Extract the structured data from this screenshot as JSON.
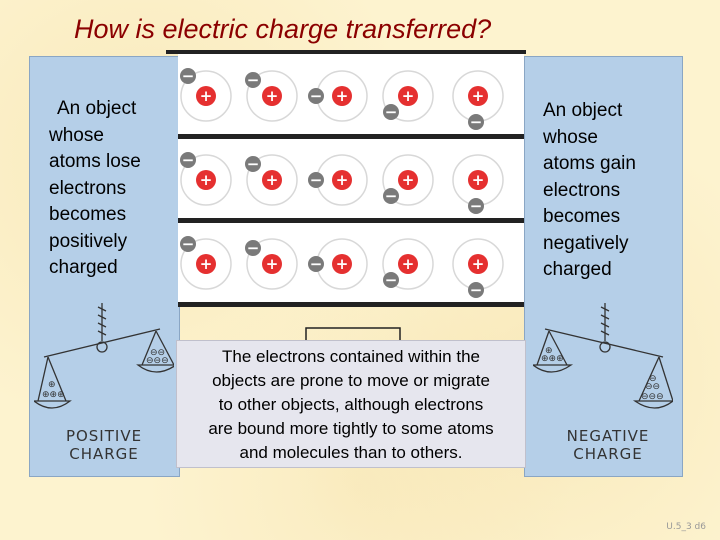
{
  "title": "How is electric charge transferred?",
  "left_panel": {
    "text_lines": [
      "An object",
      "whose",
      "atoms lose",
      "electrons",
      "becomes",
      "positively",
      "charged"
    ],
    "scale_caption_lines": [
      "POSITIVE",
      "CHARGE"
    ]
  },
  "right_panel": {
    "text_lines": [
      "An object",
      "whose",
      "atoms gain",
      "electrons",
      "becomes",
      "negatively",
      "charged"
    ],
    "scale_caption_lines": [
      "NEGATIVE",
      "CHARGE"
    ]
  },
  "caption_lines": [
    "The electrons contained within the",
    "objects are prone to move or migrate",
    "to other objects, although electrons",
    "are bound more tightly to some atoms",
    "and molecules than to others."
  ],
  "proton_symbol": "+",
  "electron_symbol": "−",
  "slide_id": "U.5_3 d6",
  "colors": {
    "title": "#8b0000",
    "proton": "#e53030",
    "electron": "#7a7a7a",
    "panel": "#b5cfe8",
    "caption_box": "#e6e6ee",
    "background": "#fdf3cf"
  }
}
